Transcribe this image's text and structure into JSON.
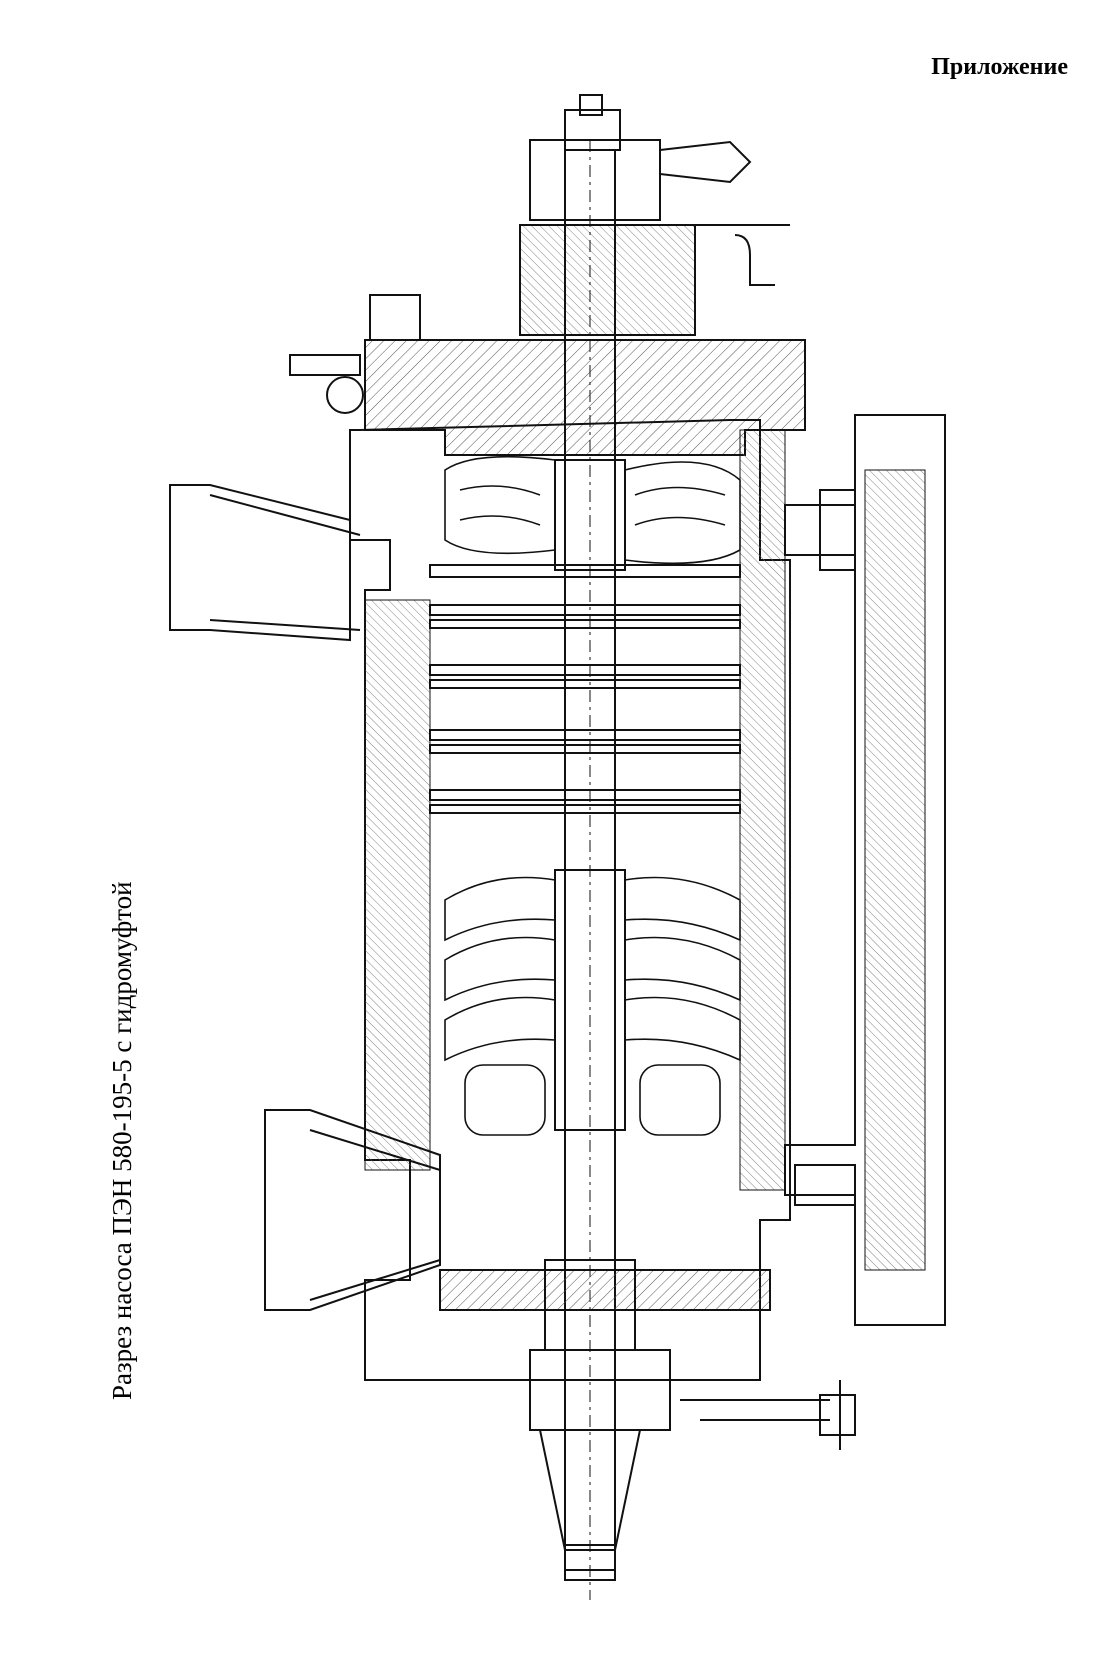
{
  "page": {
    "heading": "Приложение",
    "caption": "Разрез насоса ПЭН 580-195-5 с гидромуфтой"
  },
  "drawing": {
    "subject": "pump-cross-section",
    "line_color": "#111111",
    "hatch_color": "#555555"
  }
}
